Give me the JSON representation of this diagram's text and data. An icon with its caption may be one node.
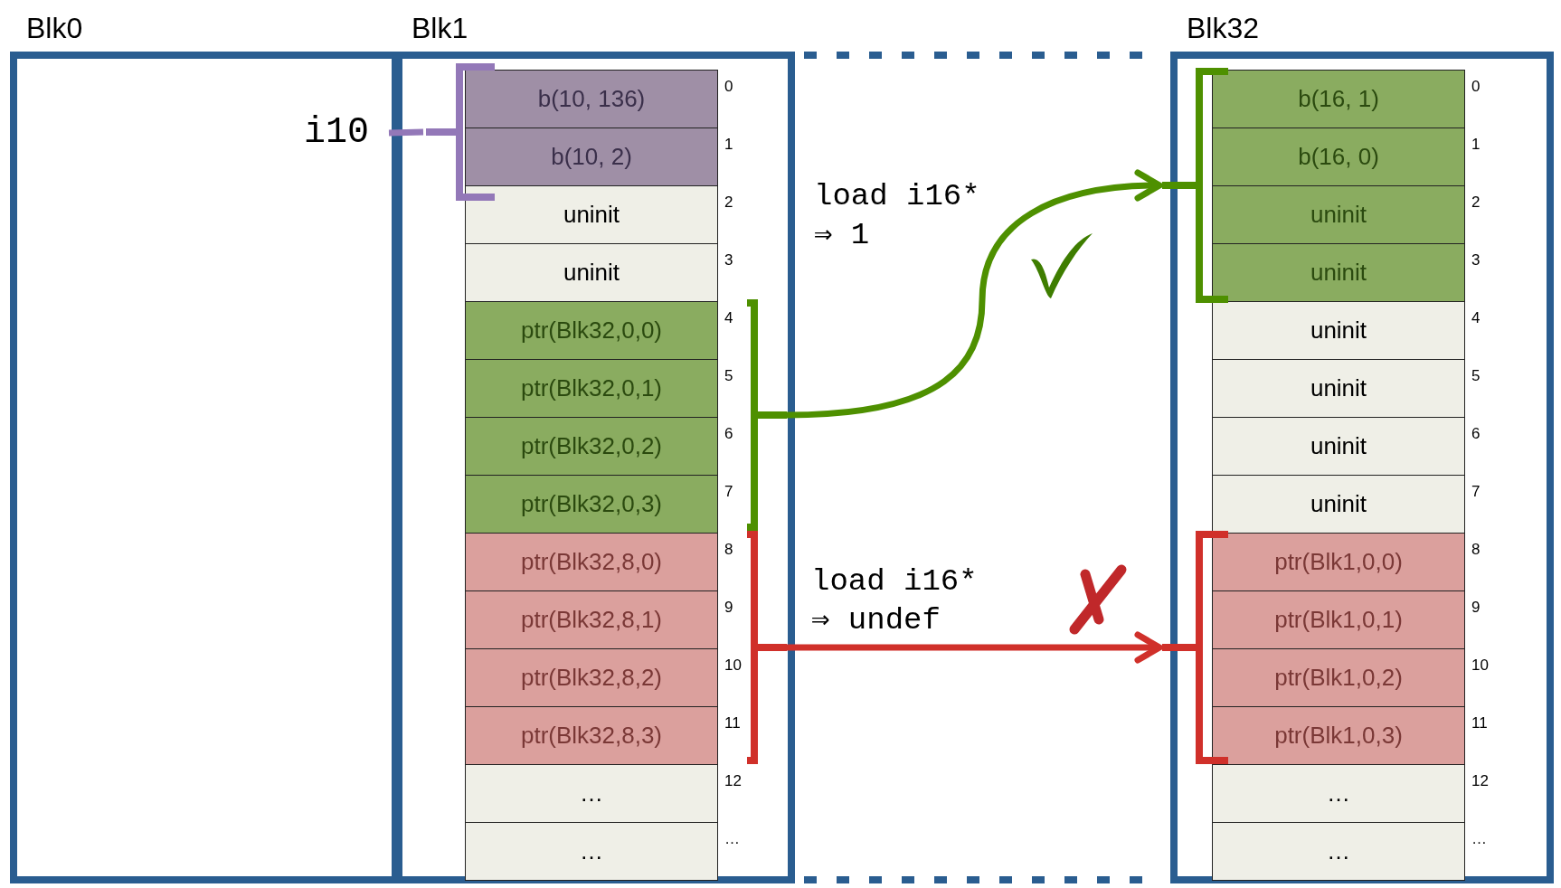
{
  "diagram": {
    "nodes": [
      {
        "text": [
          "Blk0"
        ]
      },
      {
        "text": [
          "Blk1"
        ]
      },
      {
        "text": [
          "i10"
        ],
        "in": 0
      },
      {
        "text": [
          "b(10, 136)"
        ],
        "in": 1,
        "beside": [
          "0"
        ]
      },
      {
        "text": [
          "b(10, 2)"
        ],
        "in": 1,
        "beside": [
          "1"
        ]
      },
      {
        "text": [
          "uninit"
        ],
        "in": 1,
        "beside": [
          "2"
        ]
      },
      {
        "text": [
          "uninit"
        ],
        "in": 1,
        "beside": [
          "3"
        ]
      },
      {
        "text": [
          "ptr(Blk32,0,0)"
        ],
        "in": 1,
        "beside": [
          "4"
        ]
      },
      {
        "text": [
          "ptr(Blk32,0,1)"
        ],
        "in": 1,
        "beside": [
          "5"
        ]
      },
      {
        "text": [
          "ptr(Blk32,0,2)"
        ],
        "in": 1,
        "beside": [
          "6"
        ]
      },
      {
        "text": [
          "ptr(Blk32,0,3)"
        ],
        "in": 1,
        "beside": [
          "7"
        ]
      },
      {
        "text": [
          "ptr(Blk32,8,0)"
        ],
        "in": 1,
        "beside": [
          "8"
        ]
      },
      {
        "text": [
          "ptr(Blk32,8,1)"
        ],
        "in": 1,
        "beside": [
          "9"
        ]
      },
      {
        "text": [
          "ptr(Blk32,8,2)"
        ],
        "in": 1,
        "beside": [
          "10"
        ]
      },
      {
        "text": [
          "ptr(Blk32,8,3)"
        ],
        "in": 1,
        "beside": [
          "11"
        ]
      },
      {
        "text": [
          "…"
        ],
        "in": 1,
        "beside": [
          "12"
        ]
      },
      {
        "text": [
          "…"
        ],
        "in": 1,
        "beside": [
          "…"
        ]
      },
      {
        "text": [],
        "shape": "bracket",
        "in": 1
      },
      {
        "text": [],
        "shape": "bracket",
        "in": 1
      },
      {
        "text": [],
        "shape": "bracket",
        "in": 1
      },
      {
        "text": [
          "Blk32"
        ]
      },
      {
        "text": [
          "b(16, 1)"
        ],
        "in": 20,
        "beside": [
          "0"
        ]
      },
      {
        "text": [
          "b(16, 0)"
        ],
        "in": 20,
        "beside": [
          "1"
        ]
      },
      {
        "text": [
          "uninit"
        ],
        "in": 20,
        "beside": [
          "2"
        ]
      },
      {
        "text": [
          "uninit"
        ],
        "in": 20,
        "beside": [
          "3"
        ]
      },
      {
        "text": [
          "uninit"
        ],
        "in": 20,
        "beside": [
          "4"
        ]
      },
      {
        "text": [
          "uninit"
        ],
        "in": 20,
        "beside": [
          "5"
        ]
      },
      {
        "text": [
          "uninit"
        ],
        "in": 20,
        "beside": [
          "6"
        ]
      },
      {
        "text": [
          "uninit"
        ],
        "in": 20,
        "beside": [
          "7"
        ]
      },
      {
        "text": [
          "ptr(Blk1,0,0)"
        ],
        "in": 20,
        "beside": [
          "8"
        ]
      },
      {
        "text": [
          "ptr(Blk1,0,1)"
        ],
        "in": 20,
        "beside": [
          "9"
        ]
      },
      {
        "text": [
          "ptr(Blk1,0,2)"
        ],
        "in": 20,
        "beside": [
          "10"
        ]
      },
      {
        "text": [
          "ptr(Blk1,0,3)"
        ],
        "in": 20,
        "beside": [
          "11"
        ]
      },
      {
        "text": [
          "…"
        ],
        "in": 20,
        "beside": [
          "12"
        ]
      },
      {
        "text": [
          "…"
        ],
        "in": 20,
        "beside": [
          "…"
        ]
      },
      {
        "text": [],
        "shape": "bracket",
        "in": 20
      },
      {
        "text": [],
        "shape": "bracket",
        "in": 20
      }
    ],
    "edges": [
      {
        "from": 2,
        "to": 17,
        "arrow": "none",
        "color": "#9378b8"
      },
      {
        "from": 18,
        "to": 35,
        "arrow": "to",
        "label": "load i16* ⇒ 1",
        "color": "#4e9000"
      },
      {
        "from": 19,
        "to": 36,
        "arrow": "to",
        "label": "load i16* ⇒ undef",
        "color": "#d0302a"
      }
    ]
  }
}
